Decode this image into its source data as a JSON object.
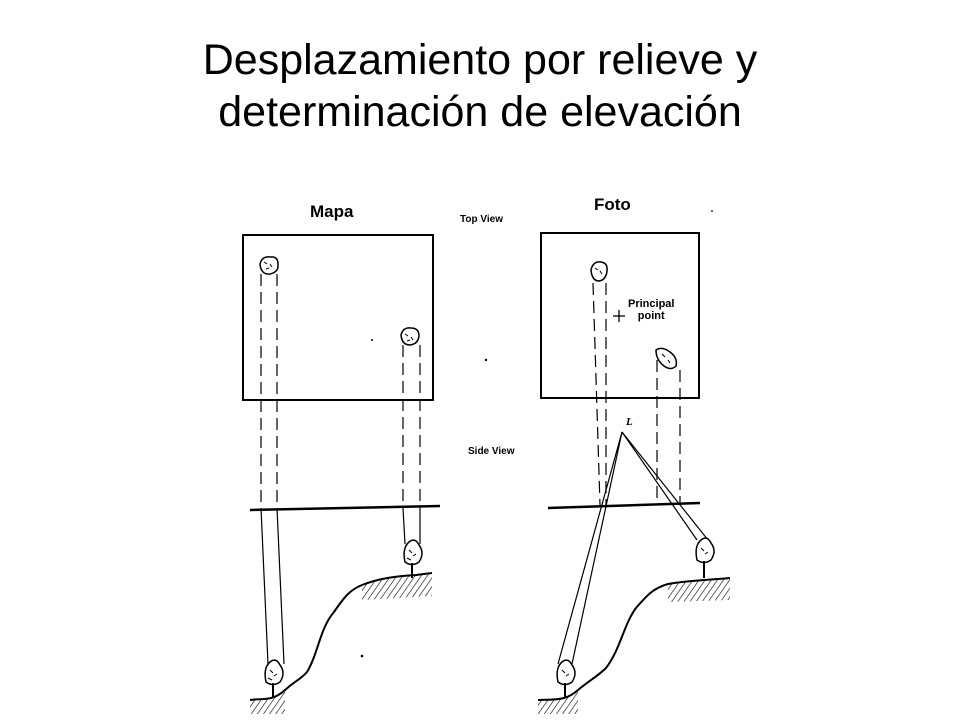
{
  "title": {
    "line1": "Desplazamiento por relieve y",
    "line2": "determinación de elevación"
  },
  "labels": {
    "mapa": "Mapa",
    "foto": "Foto",
    "top_view": "Top View",
    "side_view": "Side View",
    "principal_point_line1": "Principal",
    "principal_point_line2": "point",
    "lens": "L"
  }
}
